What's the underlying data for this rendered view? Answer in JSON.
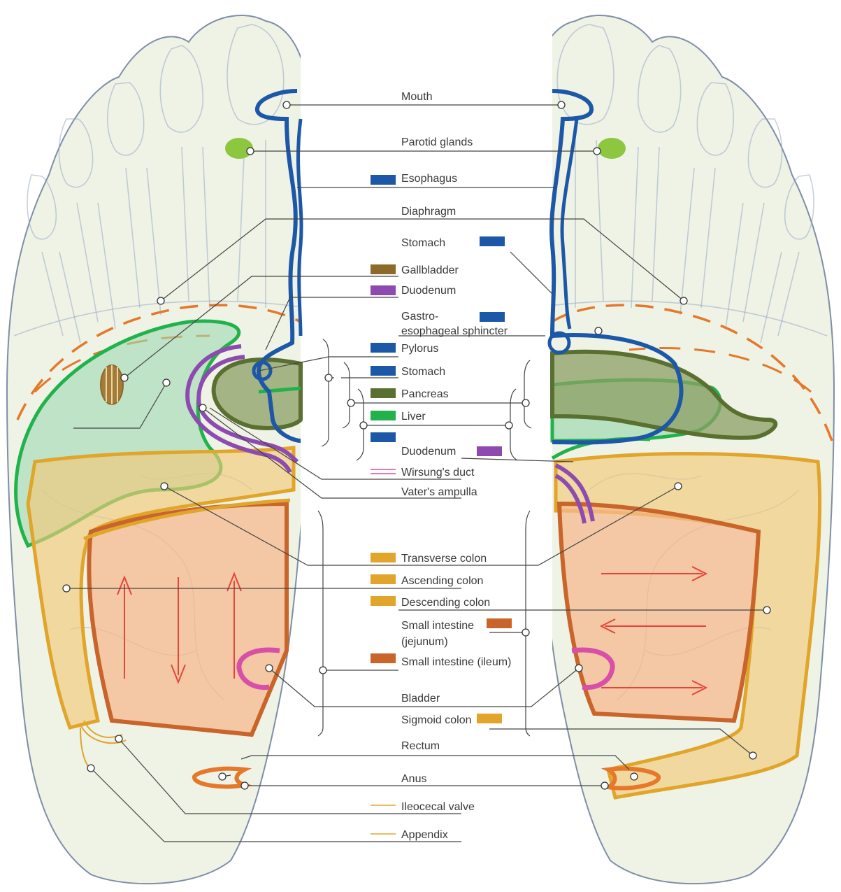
{
  "labels": {
    "mouth": "Mouth",
    "parotid": "Parotid glands",
    "esophagus": "Esophagus",
    "diaphragm": "Diaphragm",
    "stomach_top": "Stomach",
    "gallbladder": "Gallbladder",
    "duodenum_top": "Duodenum",
    "gastro_1": "Gastro-",
    "gastro_2": "esophageal sphincter",
    "pylorus": "Pylorus",
    "stomach_mid": "Stomach",
    "pancreas": "Pancreas",
    "liver": "Liver",
    "duodenum_mid": "Duodenum",
    "wirsung": "Wirsung's duct",
    "vater": "Vater's ampulla",
    "transverse": "Transverse colon",
    "ascending": "Ascending colon",
    "descending": "Descending colon",
    "small_jej_1": "Small intestine",
    "small_jej_2": "(jejunum)",
    "small_ileum": "Small intestine (ileum)",
    "bladder": "Bladder",
    "sigmoid": "Sigmoid colon",
    "rectum": "Rectum",
    "anus": "Anus",
    "ileocecal": "Ileocecal valve",
    "appendix": "Appendix"
  },
  "colors": {
    "esophagus_stomach": "#1d57a8",
    "gallbladder": "#8b6a2a",
    "duodenum": "#8d4bb0",
    "pancreas": "#5a7031",
    "liver": "#22b24c",
    "colon": "#e0a52a",
    "small_intestine": "#c9642a",
    "bladder": "#d84fa8",
    "diaphragm": "#e5782a",
    "parotid": "#8dc63f",
    "arrows": "#e8443a"
  }
}
